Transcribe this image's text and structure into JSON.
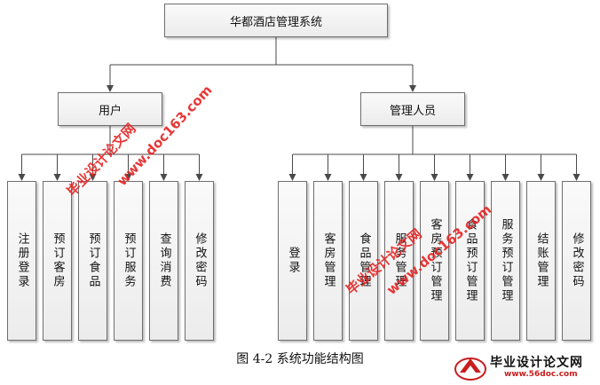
{
  "root": {
    "label": "华都酒店管理系统"
  },
  "user_branch": {
    "label": "用户",
    "children": [
      "注册登录",
      "预订客房",
      "预订食品",
      "预订服务",
      "查询消费",
      "修改密码"
    ]
  },
  "admin_branch": {
    "label": "管理人员",
    "children": [
      "登录",
      "客房管理",
      "食品管理",
      "服务管理",
      "客房预订管理",
      "食品预订管理",
      "服务预订管理",
      "结账管理",
      "修改密码"
    ]
  },
  "caption": "图 4-2 系统功能结构图",
  "watermarks": {
    "site_name": "毕业设计论文网",
    "site_url": "www.doc163.com",
    "logo_name": "毕业设计论文网",
    "logo_url": "www.56doc.com"
  },
  "colors": {
    "line": "#4a4a4a",
    "border": "#6e6e6e",
    "watermark": "#e52222"
  }
}
